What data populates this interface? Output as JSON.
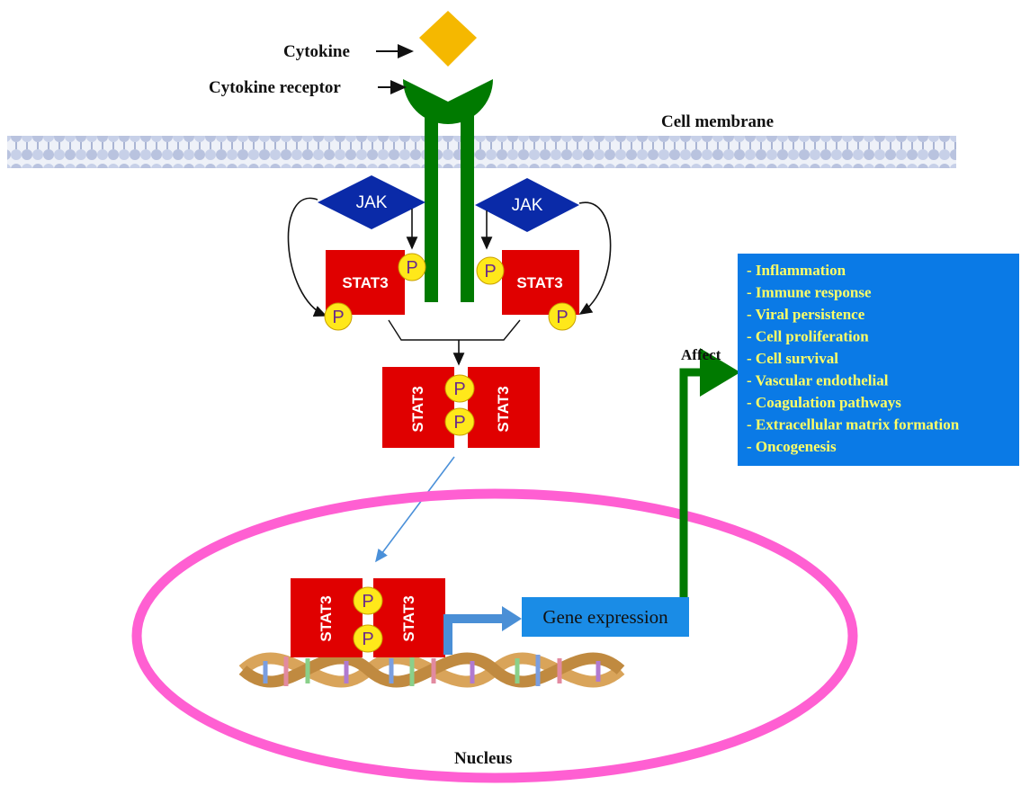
{
  "labels": {
    "cytokine": "Cytokine",
    "cytokine_receptor": "Cytokine receptor",
    "cell_membrane": "Cell membrane",
    "nucleus": "Nucleus",
    "affect": "Affect",
    "gene_expression": "Gene expression"
  },
  "molecules": {
    "jak": "JAK",
    "stat3": "STAT3",
    "phospho": "P"
  },
  "effects": [
    "- Inflammation",
    "- Immune response",
    "- Viral persistence",
    "- Cell proliferation",
    "- Cell survival",
    "- Vascular endothelial",
    "- Coagulation pathways",
    "- Extracellular matrix formation",
    "- Oncogenesis"
  ],
  "colors": {
    "receptor": "#007a00",
    "cytokine": "#f5b800",
    "jak": "#0a2aa8",
    "stat3": "#e00000",
    "phospho_fill": "#ffe81a",
    "nucleus_ring": "#ff5fd2",
    "effects_box": "#0a7ae6",
    "gene_box": "#1a8ce6",
    "membrane": "#c7d0e8"
  }
}
